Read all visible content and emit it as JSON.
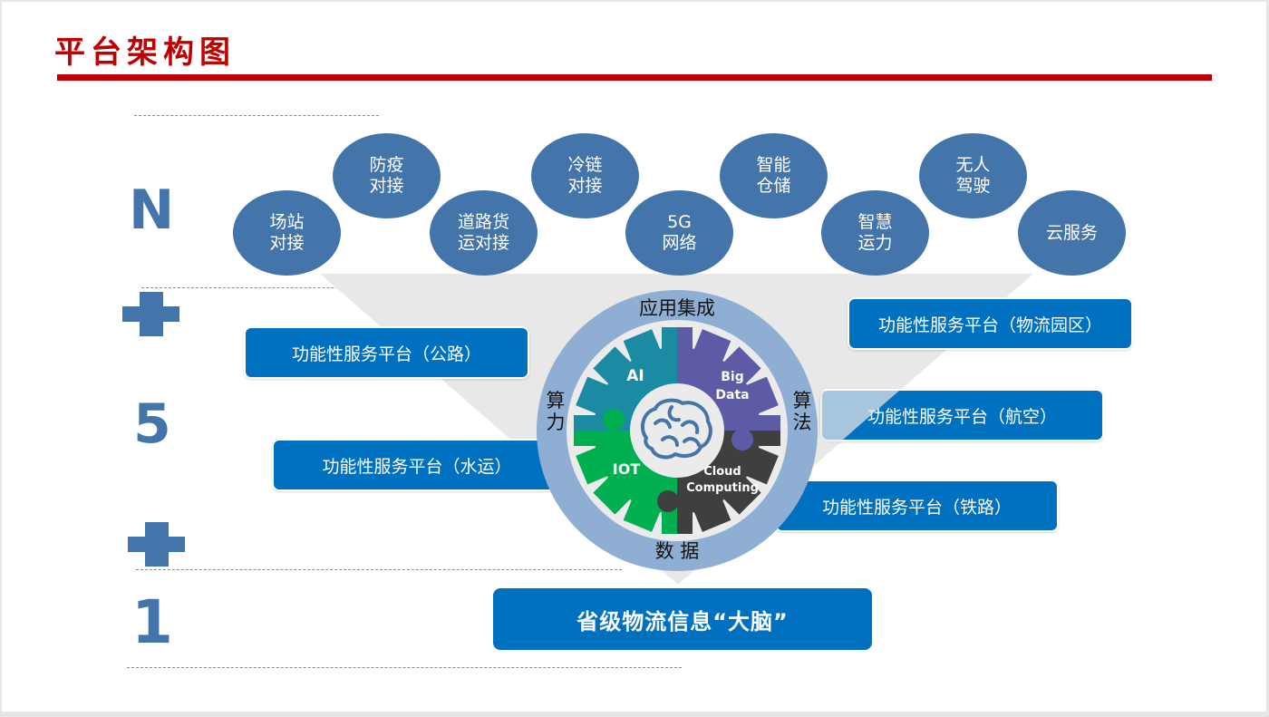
{
  "header": {
    "title": "平台架构图",
    "title_color": "#c00000"
  },
  "left_formula": {
    "n": "N",
    "five": "5",
    "one": "1",
    "plus_color": "#4375aa"
  },
  "bubbles": [
    {
      "label": "场站\n对接"
    },
    {
      "label": "防疫\n对接"
    },
    {
      "label": "道路货\n运对接"
    },
    {
      "label": "冷链\n对接"
    },
    {
      "label": "5G\n网络"
    },
    {
      "label": "智能\n仓储"
    },
    {
      "label": "智慧\n运力"
    },
    {
      "label": "无人\n驾驶"
    },
    {
      "label": "云服务"
    }
  ],
  "platforms": [
    {
      "label": "功能性服务平台（公路）"
    },
    {
      "label": "功能性服务平台（水运）"
    },
    {
      "label": "功能性服务平台（物流园区）"
    },
    {
      "label": "功能性服务平台（航空）"
    },
    {
      "label": "功能性服务平台（铁路）"
    }
  ],
  "gear": {
    "ring_top": "应用集成",
    "ring_left": "算\n力",
    "ring_right": "算\n法",
    "ring_bottom": "数 据",
    "segments": [
      {
        "label": "AI",
        "color": "#1a8ba3"
      },
      {
        "label": "Big\nData",
        "color": "#5e5ba6"
      },
      {
        "label": "IOT",
        "color": "#00b050"
      },
      {
        "label": "Cloud\nComputing",
        "color": "#3f3f3f"
      }
    ],
    "center_icon": "brain-icon",
    "ring_color": "#8eaed3",
    "disc_color": "#ebebeb"
  },
  "core": {
    "label": "省级物流信息“大脑”",
    "color": "#0070c0"
  }
}
